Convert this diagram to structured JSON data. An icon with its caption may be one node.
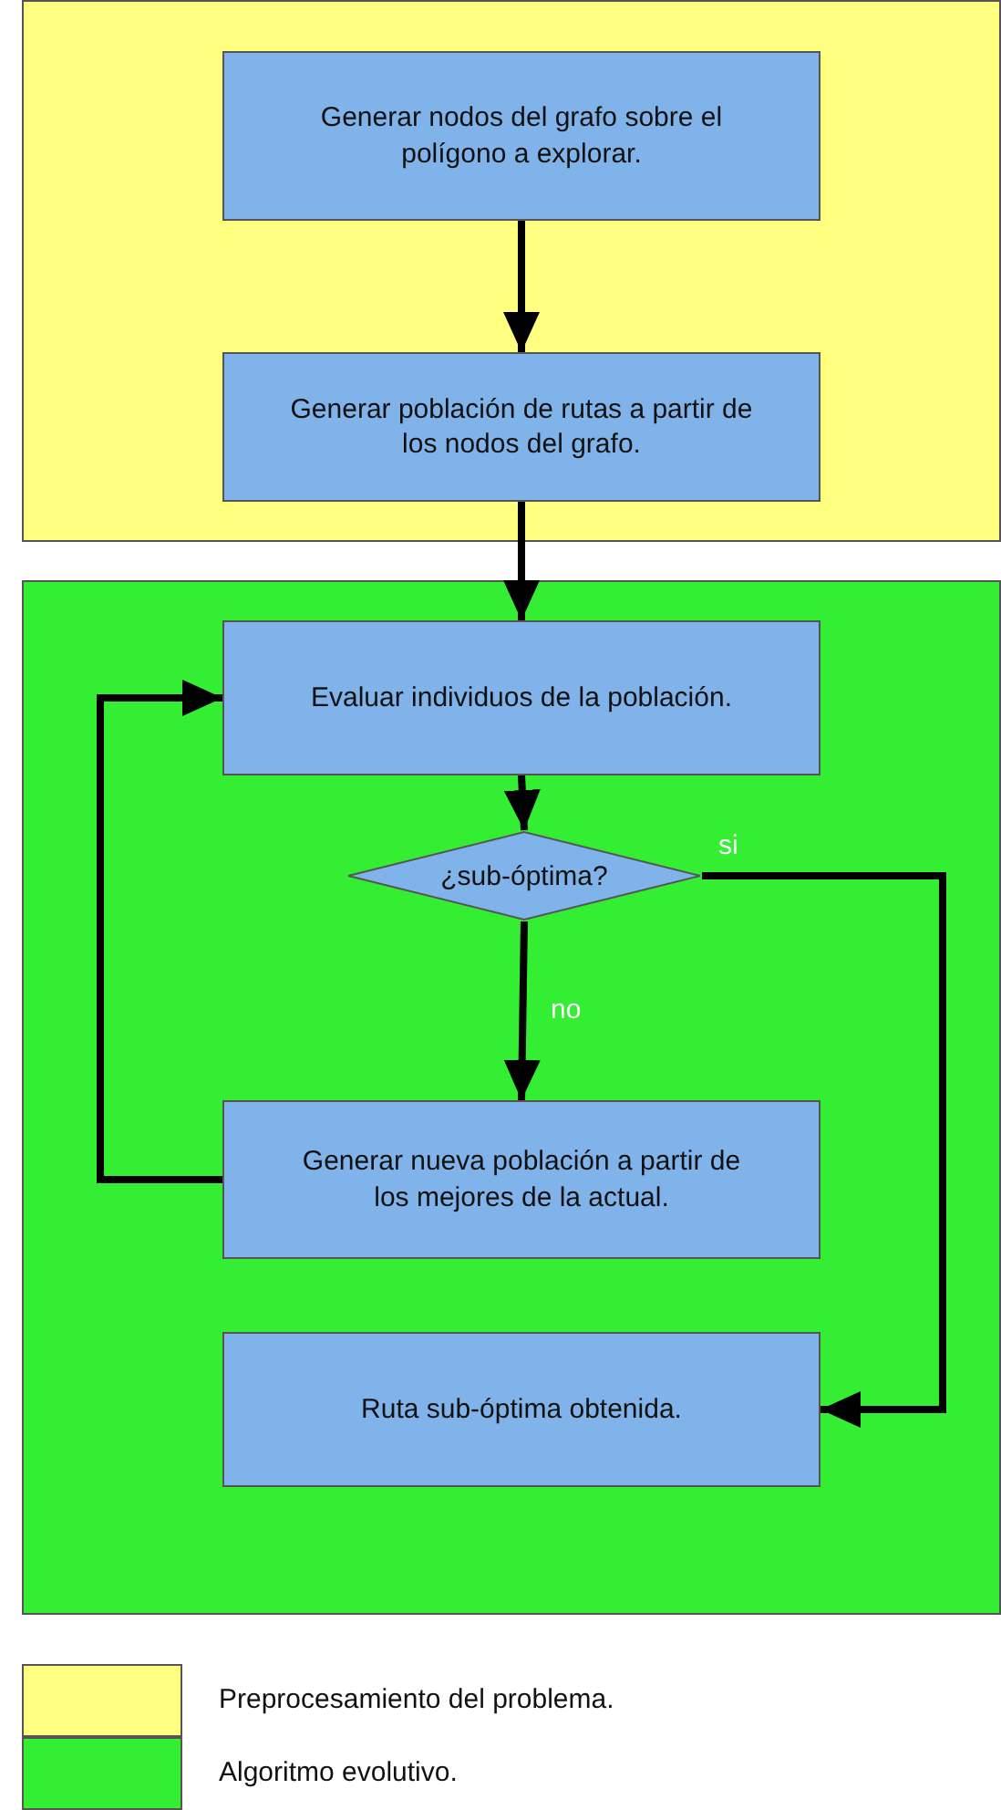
{
  "diagram": {
    "nodes": [
      {
        "text": [],
        "shape": "box"
      },
      {
        "text": [
          "Generar nodos del grafo sobre el polígono a explorar."
        ],
        "in": 0
      },
      {
        "text": [
          "Generar población de rutas a partir de los nodos del grafo."
        ],
        "in": 0
      },
      {
        "text": [],
        "shape": "box"
      },
      {
        "text": [
          "Evaluar individuos de la población."
        ],
        "in": 3
      },
      {
        "text": [
          "¿sub-óptima?"
        ],
        "in": 3
      },
      {
        "text": [
          "Generar nueva población a partir de los mejores de la actual."
        ],
        "in": 3
      },
      {
        "text": [
          "Ruta sub-óptima obtenida."
        ],
        "in": 3
      }
    ],
    "edges": [
      {
        "from": 1,
        "to": 2,
        "arrow": "to"
      },
      {
        "from": 2,
        "to": 4,
        "arrow": "to"
      },
      {
        "from": 4,
        "to": 5,
        "arrow": "to"
      },
      {
        "from": 5,
        "to": 6,
        "arrow": "to",
        "label": "no"
      },
      {
        "from": 6,
        "to": 4,
        "arrow": "to"
      },
      {
        "from": 5,
        "to": 7,
        "arrow": "to",
        "label": "si"
      }
    ],
    "legend": [
      {
        "text": "Preprocesamiento del problema.",
        "color": "#ffff80"
      },
      {
        "text": "Algoritmo evolutivo.",
        "color": "#33ee33"
      }
    ]
  }
}
